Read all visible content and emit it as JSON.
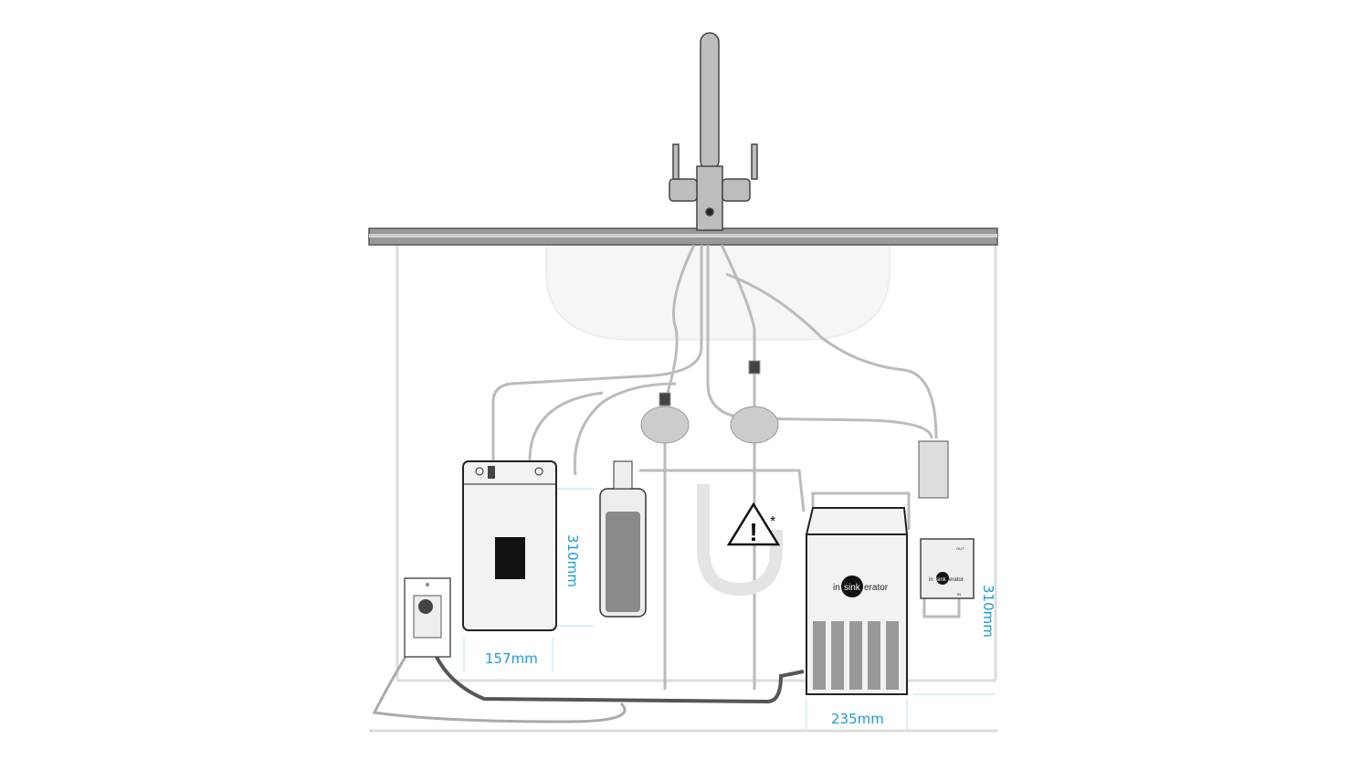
{
  "dimensions": {
    "tank_small_height": "310mm",
    "tank_small_width": "157mm",
    "tank_large_width": "235mm",
    "filter_box_height": "310mm"
  },
  "brand": {
    "logo_prefix": "in",
    "logo_mid": "sink",
    "logo_suffix": "erator"
  },
  "labels": {
    "warning_mark": "*",
    "warning_symbol": "!",
    "out_port": "OUT",
    "in_port": "IN"
  },
  "colors": {
    "dimension": "#1a9bd7",
    "outline": "#222222",
    "pipe": "#cccccc",
    "worktop": "#8e8e8e"
  }
}
